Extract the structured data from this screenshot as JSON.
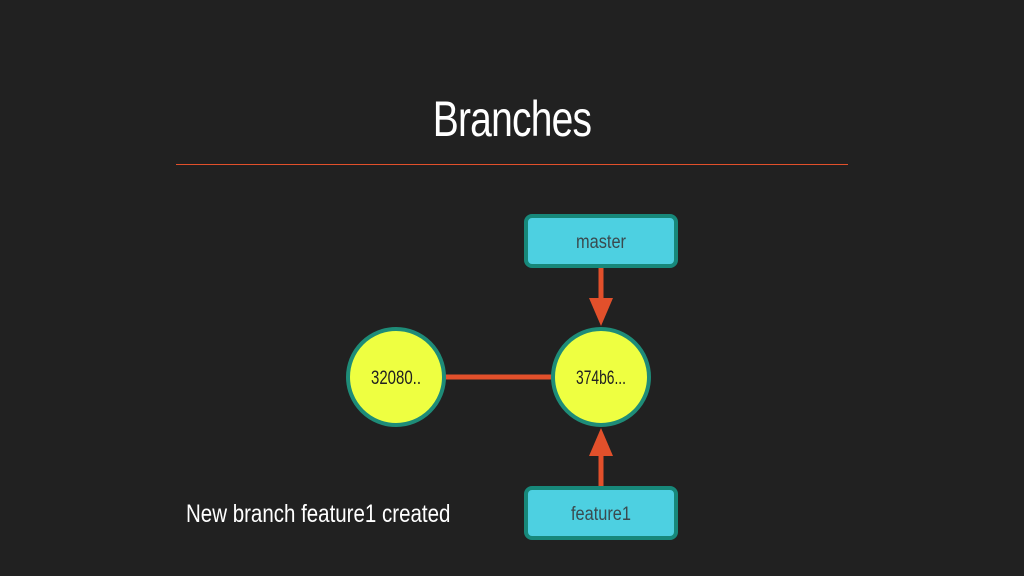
{
  "slide": {
    "title": "Branches",
    "caption": "New branch feature1 created"
  },
  "diagram": {
    "commits": [
      {
        "id": "commit-1",
        "label": "32080.."
      },
      {
        "id": "commit-2",
        "label": "374b6..."
      }
    ],
    "branches": [
      {
        "id": "master",
        "label": "master",
        "points_to": "commit-2"
      },
      {
        "id": "feature1",
        "label": "feature1",
        "points_to": "commit-2"
      }
    ],
    "colors": {
      "background": "#212121",
      "commit_fill": "#eeff41",
      "commit_stroke": "#1e8c78",
      "branch_fill": "#4dd0e1",
      "branch_stroke": "#17887a",
      "edge": "#e2502b",
      "rule": "#e2502b"
    }
  }
}
